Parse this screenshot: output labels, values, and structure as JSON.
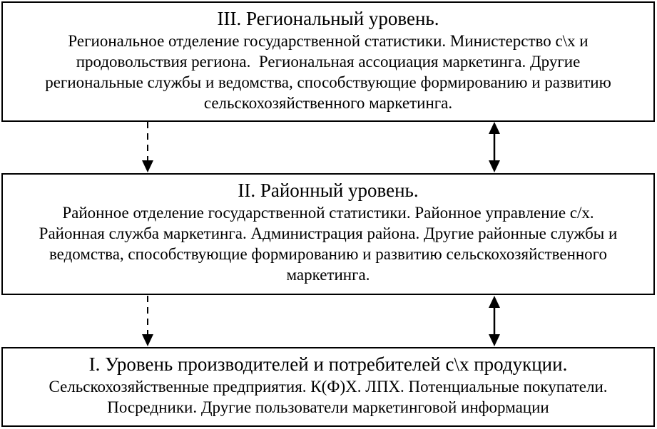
{
  "diagram": {
    "description": "Three-level scheme of agricultural marketing information system",
    "boxes": [
      {
        "id": "regional",
        "title": "III. Региональный уровень.",
        "lines": [
          "Региональное отделение государственной статистики. Министерство с\\х и",
          "продовольствия региона.  Региональная ассоциация маркетинга. Другие",
          "региональные службы и ведомства, способствующие формированию и развитию",
          "сельскохозяйственного маркетинга."
        ]
      },
      {
        "id": "district",
        "title": "II. Районный уровень.",
        "lines": [
          "Районное отделение государственной статистики. Районное управление с/х.",
          "Районная служба маркетинга. Администрация района. Другие районные службы и",
          "ведомства, способствующие формированию и развитию сельскохозяйственного",
          "маркетинга."
        ]
      },
      {
        "id": "producers",
        "title": "I. Уровень производителей и потребителей с\\х продукции.",
        "lines": [
          "Сельскохозяйственные предприятия. К(Ф)Х. ЛПХ. Потенциальные покупатели.",
          "Посредники. Другие пользователи маркетинговой информации"
        ]
      }
    ],
    "connectors": [
      {
        "from": "regional",
        "to": "district",
        "style": "dashed",
        "direction": "down"
      },
      {
        "from": "regional",
        "to": "district",
        "style": "solid",
        "direction": "both"
      },
      {
        "from": "district",
        "to": "producers",
        "style": "dashed",
        "direction": "down"
      },
      {
        "from": "district",
        "to": "producers",
        "style": "solid",
        "direction": "both"
      }
    ]
  },
  "colors": {
    "background": "#ffffff",
    "border": "#000000",
    "text": "#000000",
    "arrow": "#000000"
  }
}
